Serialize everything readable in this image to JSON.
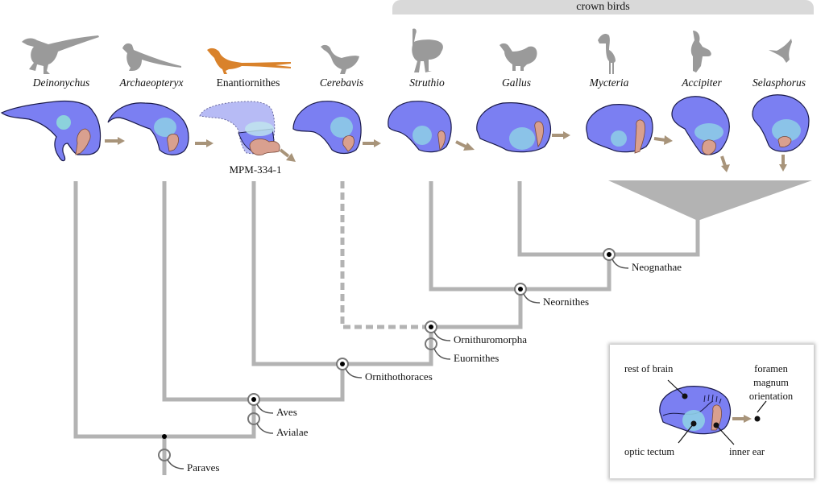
{
  "header": {
    "crown_label": "crown birds"
  },
  "colors": {
    "brain": "#7b7ff2",
    "optic_tectum": "#8ecfe6",
    "inner_ear": "#d9a08f",
    "arrow": "#a8947a",
    "tree": "#b3b3b3",
    "silhouette": "#9a9a9a",
    "enantiornithes_silhouette": "#d9822b"
  },
  "taxa": [
    {
      "name": "Deinonychus",
      "italic": true
    },
    {
      "name": "Archaeopteryx",
      "italic": true
    },
    {
      "name": "Enantiornithes",
      "italic": false
    },
    {
      "name": "Cerebavis",
      "italic": true
    },
    {
      "name": "Struthio",
      "italic": true
    },
    {
      "name": "Gallus",
      "italic": true
    },
    {
      "name": "Mycteria",
      "italic": true
    },
    {
      "name": "Accipiter",
      "italic": true
    },
    {
      "name": "Selasphorus",
      "italic": true
    }
  ],
  "specimen_label": "MPM-334-1",
  "clades": {
    "neognathae": "Neognathae",
    "neornithes": "Neornithes",
    "ornithuromorpha": "Ornithuromorpha",
    "euornithes": "Euornithes",
    "ornithothoraces": "Ornithothoraces",
    "aves": "Aves",
    "avialae": "Avialae",
    "paraves": "Paraves"
  },
  "legend": {
    "rest_of_brain": "rest of brain",
    "foramen_line1": "foramen",
    "foramen_line2": "magnum",
    "foramen_line3": "orientation",
    "optic_tectum": "optic tectum",
    "inner_ear": "inner ear"
  }
}
